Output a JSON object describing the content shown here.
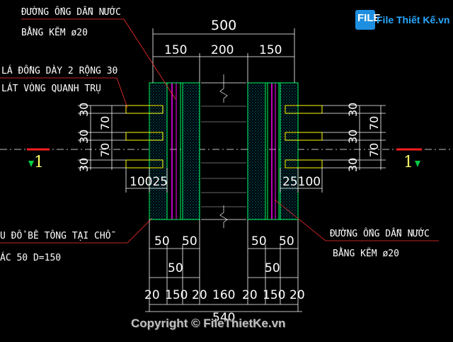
{
  "labels": {
    "pipe_top_line1": "ĐƯỜNG ỐNG DẪN NƯỚC",
    "pipe_top_line2": "BẰNG KẼM ø20",
    "copper_line1": "LÁ ĐỒNG DÀY 2 RỘNG 30",
    "copper_line2": "LÁT VÒNG QUANH TRỤ",
    "concrete_line1": "U ĐỔ BÊ TÔNG TẠI CHỖ",
    "concrete_line2": "ÁC 50   D=150",
    "pipe_right_line1": "ĐƯỜNG ỐNG DẪN NƯỚC",
    "pipe_right_line2": "BẰNG KẼM ø20"
  },
  "dims": {
    "top_total": "500",
    "top_left": "150",
    "top_mid": "200",
    "top_right": "150",
    "left_30a": "30",
    "left_30b": "30",
    "left_30c": "30",
    "left_70a": "70",
    "left_70b": "70",
    "right_30a": "30",
    "right_30b": "30",
    "right_30c": "30",
    "right_70a": "70",
    "right_70b": "70",
    "left_100_25": "10025",
    "right_25_100": "25100",
    "bot_50a": "50",
    "bot_50b": "50",
    "bot_50c": "50",
    "bot_50d": "50",
    "bot_50_left": "50",
    "bot_50_right": "50",
    "bot_20a": "20",
    "bot_150a": "150",
    "bot_20b": "20",
    "bot_160": "160",
    "bot_20c": "20",
    "bot_150b": "150",
    "bot_20d": "20",
    "bot_total": "540"
  },
  "section_marks": {
    "left": "1",
    "right": "1"
  },
  "watermark": {
    "logo_box": "FILE",
    "logo_text": "File Thiết Kế.vn",
    "copyright": "Copyright © FileThietKe.vn"
  },
  "colors": {
    "background": "#000000",
    "dimension": "#ffffff",
    "wall_outline": "#00ff66",
    "hatch": "#00c8c8",
    "pipe": "#ff00ff",
    "copper_strip": "#ffff00",
    "leader": "#ff3030",
    "section_mark": "#ff2020"
  }
}
